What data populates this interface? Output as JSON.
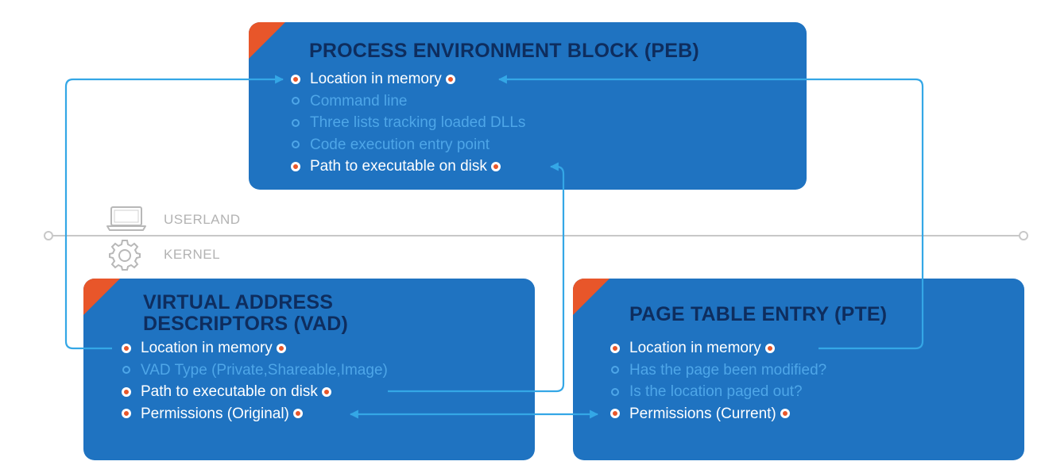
{
  "colors": {
    "box": "#1f73c1",
    "title": "#0e2d5e",
    "accent": "#e8562a",
    "active_text": "#ffffff",
    "inactive_text": "#4ea6e8",
    "arrow": "#34a7e6",
    "divider": "#c8c8c8"
  },
  "zones": {
    "userland": {
      "label": "USERLAND",
      "icon": "laptop-icon"
    },
    "kernel": {
      "label": "KERNEL",
      "icon": "gear-icon"
    }
  },
  "peb": {
    "title": "PROCESS ENVIRONMENT BLOCK (PEB)",
    "items": [
      "Location in memory",
      "Command line",
      "Three lists tracking loaded DLLs",
      "Code execution entry point",
      "Path to executable on disk"
    ]
  },
  "vad": {
    "title_line1": "VIRTUAL ADDRESS",
    "title_line2": "DESCRIPTORS (VAD)",
    "items": [
      "Location in memory",
      "VAD Type (Private,Shareable,Image)",
      "Path to executable on disk",
      "Permissions (Original)"
    ]
  },
  "pte": {
    "title": "PAGE TABLE ENTRY (PTE)",
    "items": [
      "Location in memory",
      "Has the page been modified?",
      "Is the location paged out?",
      "Permissions (Current)"
    ]
  },
  "connections": [
    {
      "from": "vad.location-in-memory",
      "to": "peb.location-in-memory"
    },
    {
      "from": "pte.location-in-memory",
      "to": "peb.location-in-memory"
    },
    {
      "from": "vad.path-to-executable",
      "to": "peb.path-to-executable"
    },
    {
      "from": "vad.permissions-original",
      "to": "pte.permissions-current",
      "bidirectional": true
    }
  ]
}
